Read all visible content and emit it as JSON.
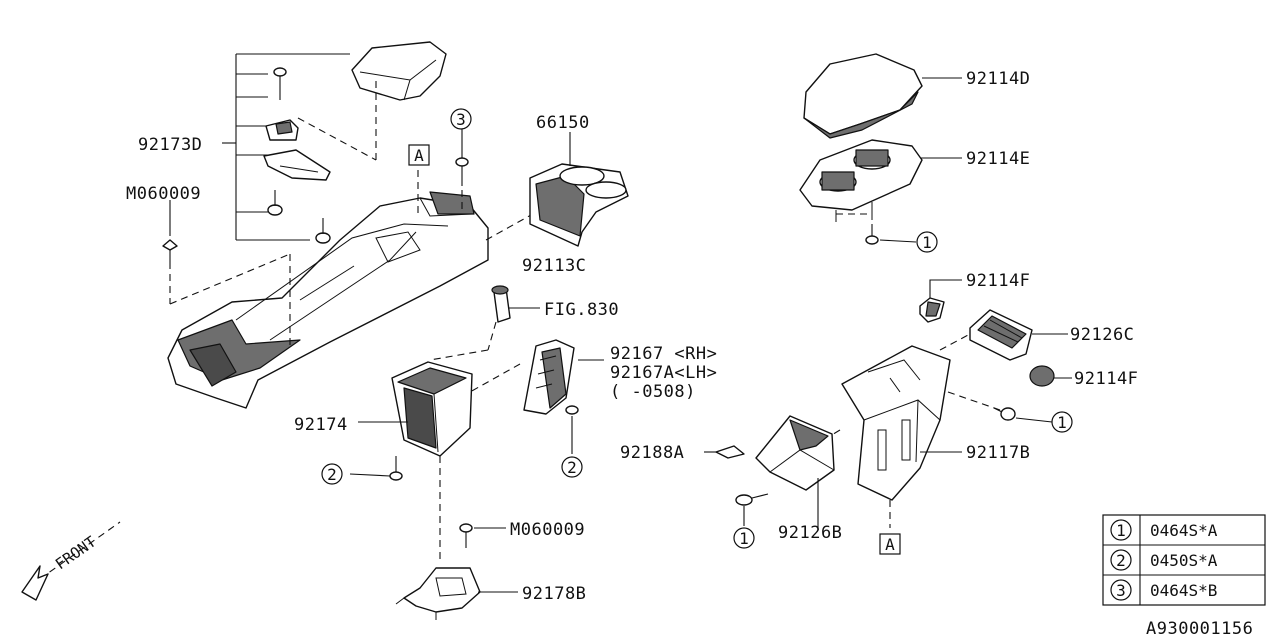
{
  "labels": {
    "p92173D": "92173D",
    "pM060009_top": "M060009",
    "p66150": "66150",
    "p92113C": "92113C",
    "pFIG830": "FIG.830",
    "p92167": "92167 <RH>",
    "p92167A": "92167A<LH>",
    "p92167A_date": "(  -0508)",
    "p92174": "92174",
    "pM060009_bottom": "M060009",
    "p92178B": "92178B",
    "p92114D": "92114D",
    "p92114E": "92114E",
    "p92114F_top": "92114F",
    "p92126C": "92126C",
    "p92114F_bottom": "92114F",
    "p92188A": "92188A",
    "p92117B": "92117B",
    "p92126B": "92126B",
    "front": "FRONT"
  },
  "refs": {
    "a1": "A",
    "a2": "A"
  },
  "callouts": {
    "c3_top": "3",
    "c1_92114E": "1",
    "c1_92117B": "1",
    "c2_left": "2",
    "c2_right": "2",
    "c1_bottom": "1"
  },
  "legend": [
    {
      "num": "1",
      "code": "0464S*A"
    },
    {
      "num": "2",
      "code": "0450S*A"
    },
    {
      "num": "3",
      "code": "0464S*B"
    }
  ],
  "diagram_id": "A930001156"
}
